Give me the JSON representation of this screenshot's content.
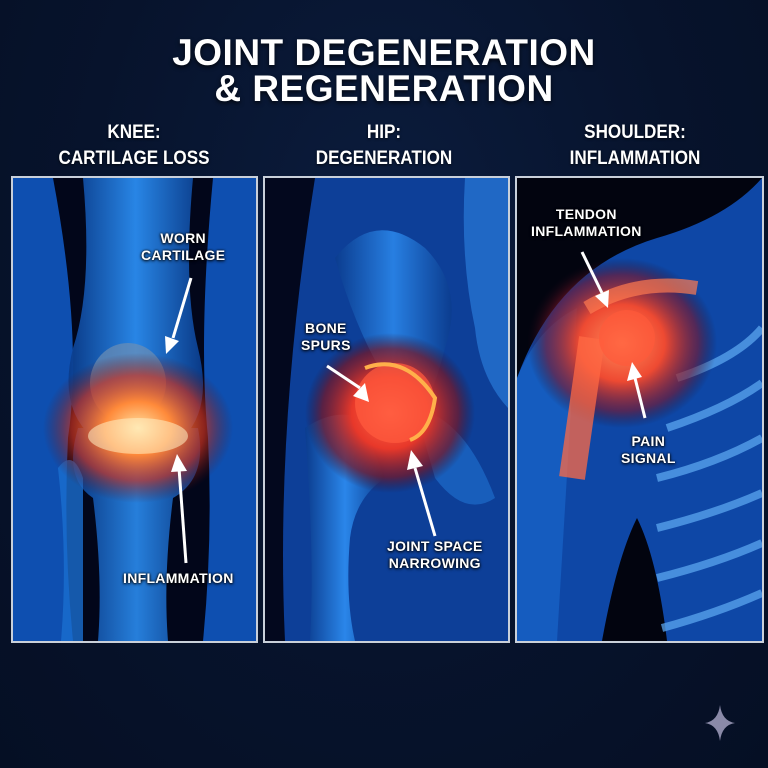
{
  "title": {
    "line1": "JOINT DEGENERATION",
    "line2": "& REGENERATION"
  },
  "panels": [
    {
      "heading": {
        "line1": "KNEE:",
        "line2": "CARTILAGE LOSS"
      },
      "labels": [
        {
          "line1": "WORN",
          "line2": "CARTILAGE"
        },
        {
          "line1": "INFLAMMATION",
          "line2": ""
        }
      ]
    },
    {
      "heading": {
        "line1": "HIP:",
        "line2": "DEGENERATION"
      },
      "labels": [
        {
          "line1": "BONE",
          "line2": "SPURS"
        },
        {
          "line1": "JOINT SPACE",
          "line2": "NARROWING"
        }
      ]
    },
    {
      "heading": {
        "line1": "SHOULDER:",
        "line2": "INFLAMMATION"
      },
      "labels": [
        {
          "line1": "TENDON",
          "line2": "INFLAMMATION"
        },
        {
          "line1": "PAIN",
          "line2": "SIGNAL"
        }
      ]
    }
  ],
  "colors": {
    "background": "#07132c",
    "bone_blue": "#1e7fe0",
    "inflammation": "#ff4a2a",
    "panel_border": "#c9d0da",
    "sparkle": "#8a8aa8"
  },
  "icons": {
    "watermark": "sparkle-icon"
  }
}
